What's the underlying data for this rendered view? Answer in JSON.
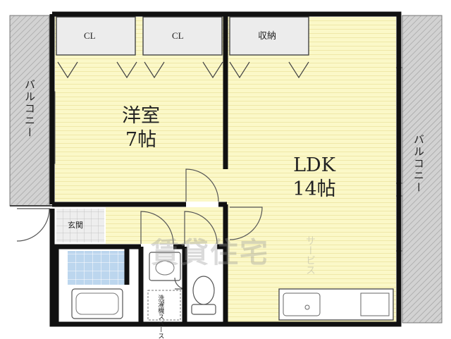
{
  "rooms": {
    "western": {
      "name": "洋室",
      "size": "7帖"
    },
    "ldk": {
      "name": "LDK",
      "size": "14帖"
    }
  },
  "closets": {
    "cl1": "CL",
    "cl2": "CL",
    "storage": "収納"
  },
  "balcony": {
    "left": "バルコニー",
    "right": "バルコニー"
  },
  "entrance": "玄関",
  "washer_space": "洗濯機スペース",
  "watermark": {
    "main": "賃貸住宅",
    "sub": "サービス"
  },
  "colors": {
    "room_fill": "#fbf8c8",
    "wall": "#111111",
    "balcony": "#cfcfcf",
    "bath_tile": "#bcd6ee",
    "closet": "#ececec"
  }
}
